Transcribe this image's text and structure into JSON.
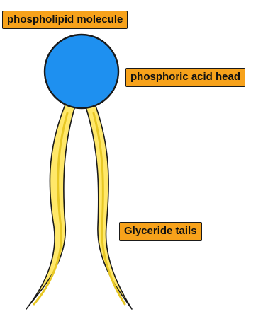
{
  "labels": {
    "title": "phospholipid molecule",
    "head": "phosphoric acid head",
    "tails": "Glyceride tails"
  },
  "colors": {
    "head_fill": "#1e90f0",
    "tail_fill": "#ffe86a",
    "tail_shade": "#e8c825",
    "label_fill": "#f7a21b",
    "outline": "#1a1a1a"
  }
}
